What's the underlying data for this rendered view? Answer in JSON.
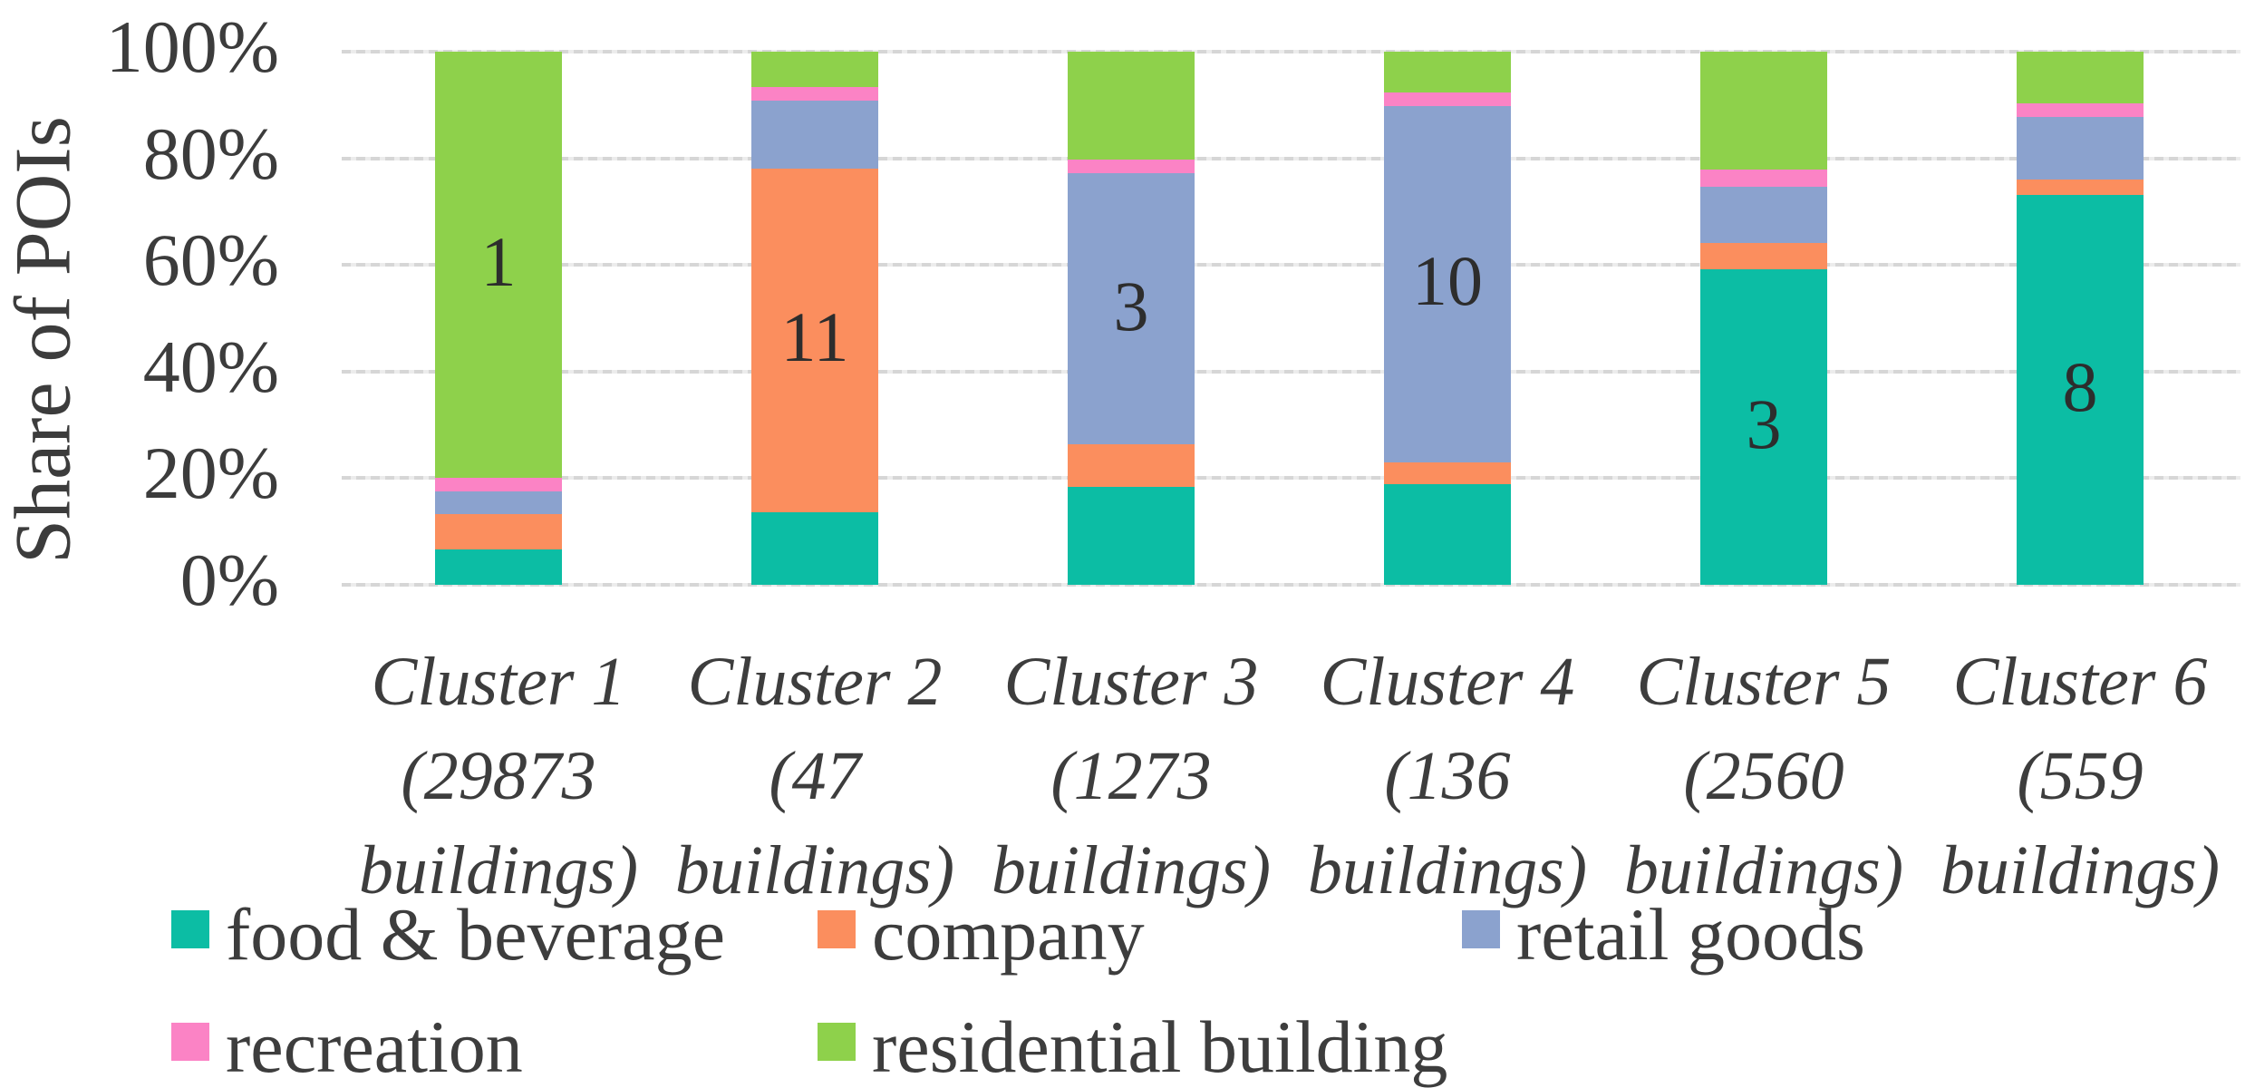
{
  "figure": {
    "background": "#ffffff"
  },
  "chart_data": {
    "type": "bar",
    "stacked": true,
    "title": "",
    "xlabel": "",
    "ylabel": "Share of POIs",
    "ylim": [
      0,
      100
    ],
    "grid": true,
    "legend_position": "bottom",
    "yticks": [
      {
        "label": "0%",
        "value": 0
      },
      {
        "label": "20%",
        "value": 20
      },
      {
        "label": "40%",
        "value": 40
      },
      {
        "label": "60%",
        "value": 60
      },
      {
        "label": "80%",
        "value": 80
      },
      {
        "label": "100%",
        "value": 100
      }
    ],
    "categories": [
      {
        "name": "Cluster 1",
        "buildings": 29873,
        "label_lines": [
          "Cluster 1",
          "(29873",
          "buildings)"
        ],
        "bar_label": "1",
        "bar_label_series": "residential building"
      },
      {
        "name": "Cluster 2",
        "buildings": 47,
        "label_lines": [
          "Cluster 2",
          "(47",
          "buildings)"
        ],
        "bar_label": "11",
        "bar_label_series": "company"
      },
      {
        "name": "Cluster 3",
        "buildings": 1273,
        "label_lines": [
          "Cluster 3",
          "(1273",
          "buildings)"
        ],
        "bar_label": "3",
        "bar_label_series": "retail goods"
      },
      {
        "name": "Cluster 4",
        "buildings": 136,
        "label_lines": [
          "Cluster 4",
          "(136",
          "buildings)"
        ],
        "bar_label": "10",
        "bar_label_series": "retail goods"
      },
      {
        "name": "Cluster 5",
        "buildings": 2560,
        "label_lines": [
          "Cluster 5",
          "(2560",
          "buildings)"
        ],
        "bar_label": "3",
        "bar_label_series": "food & beverage"
      },
      {
        "name": "Cluster 6",
        "buildings": 559,
        "label_lines": [
          "Cluster 6",
          "(559",
          "buildings)"
        ],
        "bar_label": "8",
        "bar_label_series": "food & beverage"
      }
    ],
    "series": [
      {
        "name": "food & beverage",
        "color": "#0cbda4",
        "values": [
          6.6,
          13.6,
          18.4,
          18.8,
          59.2,
          73.1
        ]
      },
      {
        "name": "company",
        "color": "#fb8e5e",
        "values": [
          6.7,
          64.5,
          7.9,
          4.2,
          4.9,
          2.9
        ]
      },
      {
        "name": "retail goods",
        "color": "#8ba2ce",
        "values": [
          4.2,
          12.8,
          50.9,
          66.8,
          10.5,
          11.7
        ]
      },
      {
        "name": "recreation",
        "color": "#fb83c5",
        "values": [
          2.5,
          2.4,
          2.5,
          2.5,
          3.3,
          2.6
        ]
      },
      {
        "name": "residential building",
        "color": "#8ed14b",
        "values": [
          80.0,
          6.7,
          20.3,
          7.7,
          22.1,
          9.7
        ]
      }
    ]
  },
  "colors": {
    "grid": "#d6d6d6",
    "axis_text": "#3c3c3c",
    "bar_label_text": "#2d2d2d"
  }
}
